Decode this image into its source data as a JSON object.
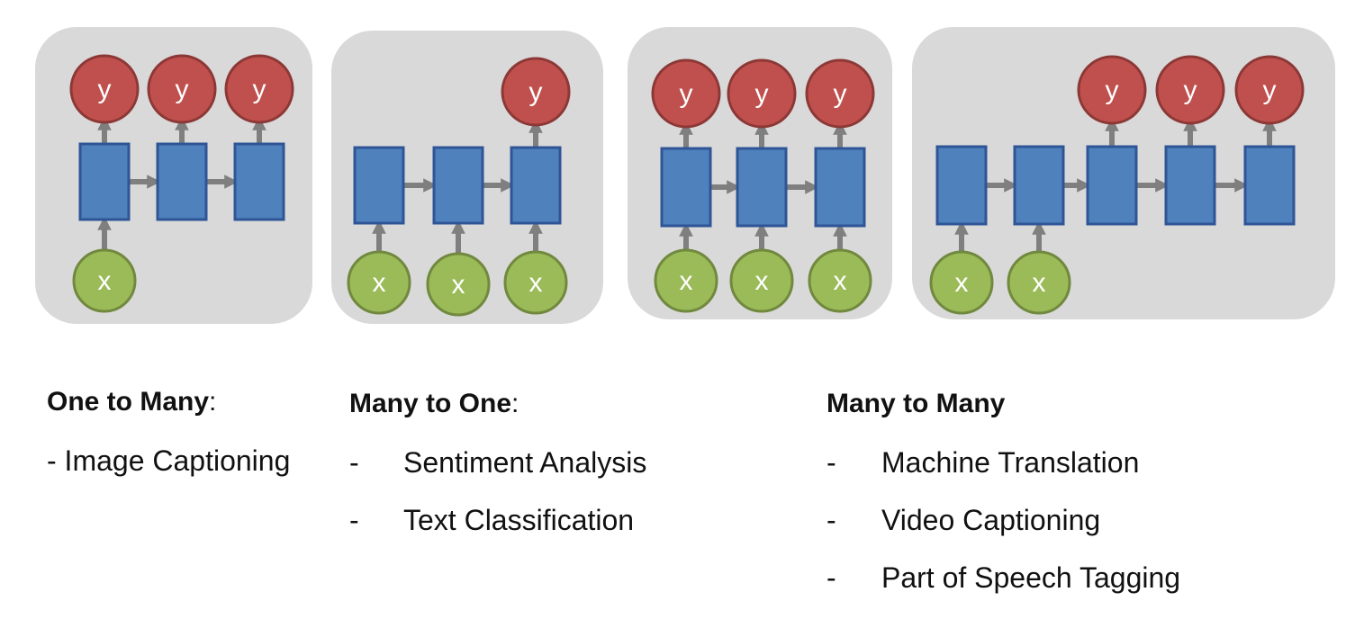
{
  "diagram": {
    "node_labels": {
      "output": "y",
      "input": "x"
    },
    "colors": {
      "panel": "#d9d9d9",
      "output_fill": "#c0504d",
      "output_stroke": "#8c3836",
      "input_fill": "#9bbb59",
      "input_stroke": "#71893f",
      "rnn_fill": "#4f81bd",
      "rnn_stroke": "#2f5597",
      "arrow": "#7f7f7f"
    },
    "panels": [
      {
        "id": "one-to-many",
        "cells": 3,
        "inputs": [
          0
        ],
        "outputs": [
          0,
          1,
          2
        ]
      },
      {
        "id": "many-to-one",
        "cells": 3,
        "inputs": [
          0,
          1,
          2
        ],
        "outputs": [
          2
        ]
      },
      {
        "id": "many-to-many-synced",
        "cells": 3,
        "inputs": [
          0,
          1,
          2
        ],
        "outputs": [
          0,
          1,
          2
        ]
      },
      {
        "id": "many-to-many-seq2seq",
        "cells": 5,
        "inputs": [
          0,
          1
        ],
        "outputs": [
          2,
          3,
          4
        ]
      }
    ]
  },
  "legend": {
    "one_to_many": {
      "title": "One to Many",
      "suffix": ":",
      "items": [
        {
          "dash": "-",
          "text": "Image Captioning"
        }
      ]
    },
    "many_to_one": {
      "title": "Many to One",
      "suffix": ":",
      "items": [
        {
          "dash": "-",
          "text": "Sentiment Analysis"
        },
        {
          "dash": "-",
          "text": "Text Classification"
        }
      ]
    },
    "many_to_many": {
      "title": "Many to Many",
      "suffix": "",
      "items": [
        {
          "dash": "-",
          "text": "Machine Translation"
        },
        {
          "dash": "-",
          "text": "Video Captioning"
        },
        {
          "dash": "-",
          "text": "Part of Speech Tagging"
        }
      ]
    }
  }
}
